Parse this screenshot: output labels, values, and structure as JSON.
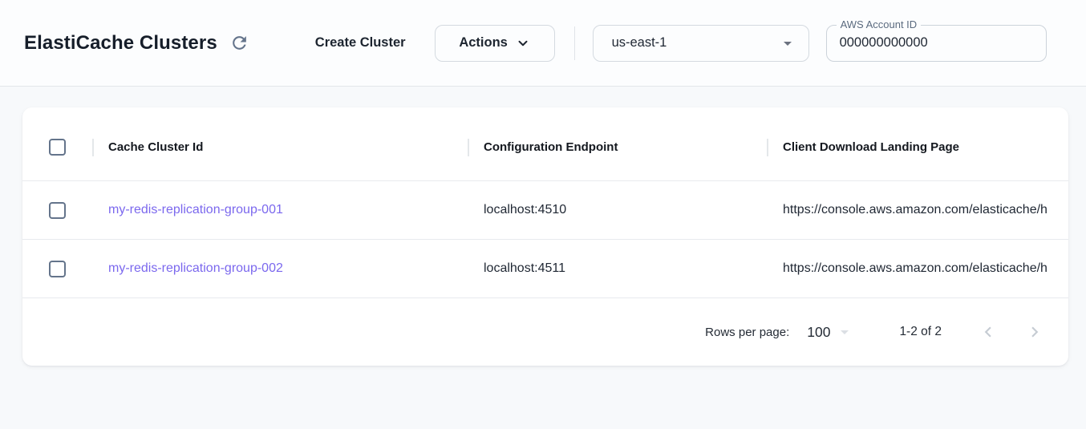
{
  "colors": {
    "accent_link": "#7b68ee",
    "slate_icon": "#64748b",
    "page_background": "#f7f9fb",
    "header_background": "#fcfdfe"
  },
  "header": {
    "title": "ElastiCache Clusters",
    "create_button_label": "Create Cluster",
    "actions_button_label": "Actions",
    "region_select_value": "us-east-1",
    "account_field_label": "AWS Account ID",
    "account_field_value": "000000000000"
  },
  "table": {
    "columns": [
      {
        "label": "Cache Cluster Id"
      },
      {
        "label": "Configuration Endpoint"
      },
      {
        "label": "Client Download Landing Page"
      }
    ],
    "rows": [
      {
        "cache_cluster_id": "my-redis-replication-group-001",
        "configuration_endpoint": "localhost:4510",
        "client_download_landing_page": "https://console.aws.amazon.com/elasticache/h"
      },
      {
        "cache_cluster_id": "my-redis-replication-group-002",
        "configuration_endpoint": "localhost:4511",
        "client_download_landing_page": "https://console.aws.amazon.com/elasticache/h"
      }
    ],
    "pagination": {
      "rows_per_page_label": "Rows per page:",
      "rows_per_page_value": "100",
      "range_label": "1-2 of 2"
    }
  }
}
